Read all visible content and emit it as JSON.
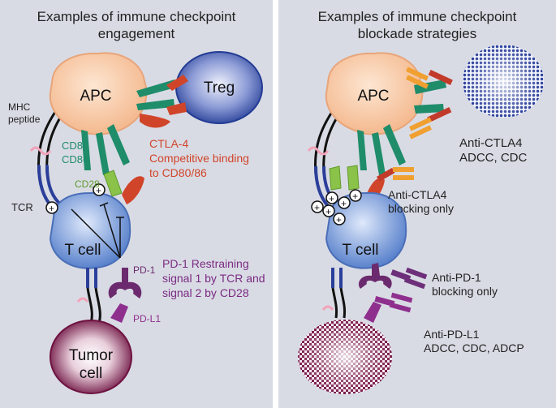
{
  "colors": {
    "panel_bg": "#d9dbe4",
    "apc": "#f7c7a3",
    "treg": "#2a3f9a",
    "tcell": "#6a8fd3",
    "tumor": "#7a1a4a",
    "ctla4": "#d0452a",
    "cd80": "#1f8c6a",
    "cd28": "#8bc34a",
    "pd1": "#6b2a6e",
    "pdl1": "#8e2f8e",
    "tcr": "#2b3f9a",
    "antibody_orange": "#f0a030",
    "antibody_red": "#c23a2a",
    "antibody_purple": "#6e2f7a"
  },
  "left": {
    "title_line1": "Examples of immune checkpoint",
    "title_line2": "engagement",
    "apc": "APC",
    "treg": "Treg",
    "mhc_line1": "MHC",
    "mhc_line2": "peptide",
    "cd80": "CD80",
    "cd86": "CD86",
    "cd28": "CD28",
    "ctla4_line1": "CTLA-4",
    "ctla4_line2": "Competitive binding",
    "ctla4_line3": "to CD80/86",
    "tcr": "TCR",
    "tcell": "T cell",
    "pd1": "PD-1",
    "pd1_desc_line1": "PD-1 Restraining",
    "pd1_desc_line2": "signal 1 by TCR and",
    "pd1_desc_line3": "signal 2 by CD28",
    "pdl1": "PD-L1",
    "tumor_line1": "Tumor",
    "tumor_line2": "cell"
  },
  "right": {
    "title_line1": "Examples of immune checkpoint",
    "title_line2": "blockade strategies",
    "apc": "APC",
    "anti_ctla4_adcc_line1": "Anti-CTLA4",
    "anti_ctla4_adcc_line2": "ADCC, CDC",
    "anti_ctla4_block_line1": "Anti-CTLA4",
    "anti_ctla4_block_line2": "blocking only",
    "tcell": "T cell",
    "anti_pd1_line1": "Anti-PD-1",
    "anti_pd1_line2": "blocking only",
    "anti_pdl1_line1": "Anti-PD-L1",
    "anti_pdl1_line2": "ADCC, CDC, ADCP"
  }
}
